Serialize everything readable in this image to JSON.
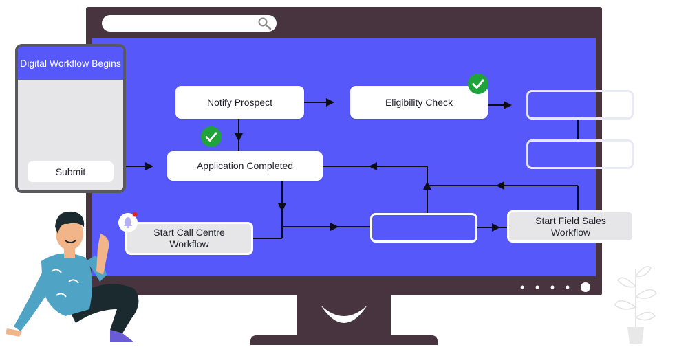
{
  "phone": {
    "header": "Digital Workflow Begins",
    "submit_label": "Submit"
  },
  "search": {
    "icon": "search-icon"
  },
  "flow": {
    "nodes": {
      "notify_prospect": "Notify Prospect",
      "eligibility_check": "Eligibility Check",
      "application_completed": "Application Completed",
      "call_centre": "Start Call Centre Workflow",
      "field_sales": "Start Field Sales Workflow",
      "empty_mid": "",
      "empty_right_top": "",
      "empty_right_bottom": ""
    },
    "status_icons": [
      "check-icon",
      "check-icon",
      "bell-icon"
    ]
  },
  "colors": {
    "screen": "#5658fa",
    "monitor": "#47343f",
    "check": "#1fa33a",
    "bell": "#b7b1f3",
    "notification_dot": "#e02424"
  }
}
